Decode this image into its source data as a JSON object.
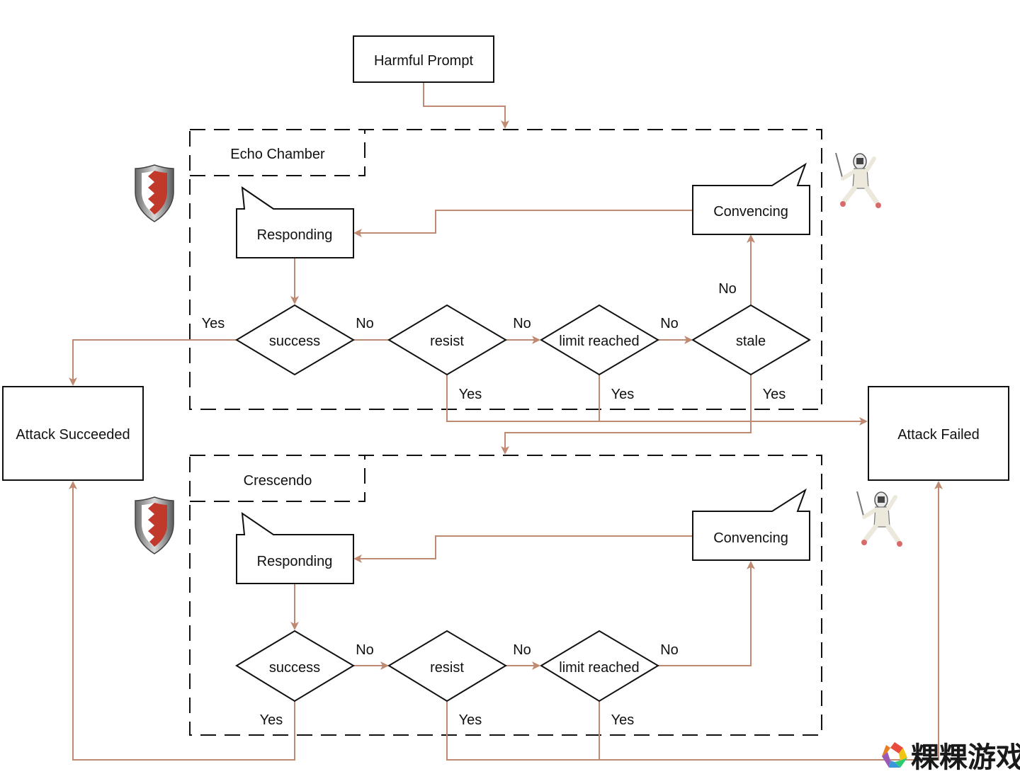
{
  "nodes": {
    "harmful_prompt": "Harmful Prompt",
    "attack_succeeded": "Attack Succeeded",
    "attack_failed": "Attack Failed"
  },
  "echo": {
    "title": "Echo Chamber",
    "responding": "Responding",
    "convencing": "Convencing",
    "success": "success",
    "resist": "resist",
    "limit": "limit reached",
    "stale": "stale"
  },
  "crescendo": {
    "title": "Crescendo",
    "responding": "Responding",
    "convencing": "Convencing",
    "success": "success",
    "resist": "resist",
    "limit": "limit reached"
  },
  "edge_labels": {
    "yes": "Yes",
    "no": "No"
  },
  "icons": {
    "shield": "shield-icon",
    "fencer": "fencer-icon"
  },
  "watermark": {
    "text": "粿粿游戏园"
  },
  "colors": {
    "flow": "#c08a72",
    "outline": "#111111",
    "shield_red": "#c0392b"
  }
}
